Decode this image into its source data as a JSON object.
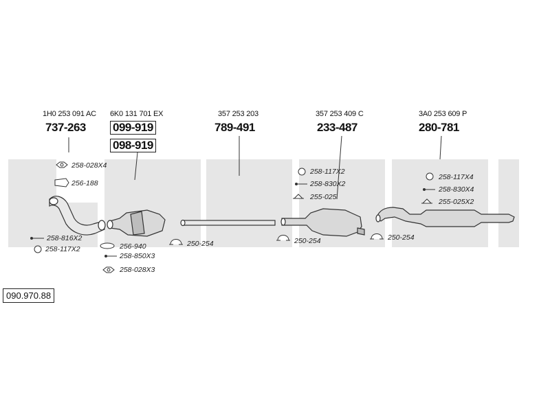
{
  "diagram_number": "090.970.88",
  "colors": {
    "watermark": "#e6e6e6",
    "line": "#333333",
    "part_fill": "#d9d9d9"
  },
  "columns": [
    {
      "oem": "1H0 253 091 AC",
      "parts": [
        "737-263"
      ],
      "boxed": false
    },
    {
      "oem": "6K0 131 701 EX",
      "parts": [
        "099-919",
        "098-919"
      ],
      "boxed": true
    },
    {
      "oem": "357 253 203",
      "parts": [
        "789-491"
      ],
      "boxed": false
    },
    {
      "oem": "357 253 409 C",
      "parts": [
        "233-487"
      ],
      "boxed": false
    },
    {
      "oem": "3A0 253 609 P",
      "parts": [
        "280-781"
      ],
      "boxed": false
    }
  ],
  "accessories": {
    "a1": "258-028X4",
    "a2": "256-188",
    "a3": "258-816X2",
    "a4": "258-117X2",
    "a5": "256-940",
    "a6": "258-850X3",
    "a7": "258-028X3",
    "a8": "250-254",
    "a9": "258-117X2",
    "a10": "258-830X2",
    "a11": "255-025",
    "a12": "250-254",
    "a13": "258-117X4",
    "a14": "258-830X4",
    "a15": "255-025X2",
    "a16": "250-254"
  }
}
